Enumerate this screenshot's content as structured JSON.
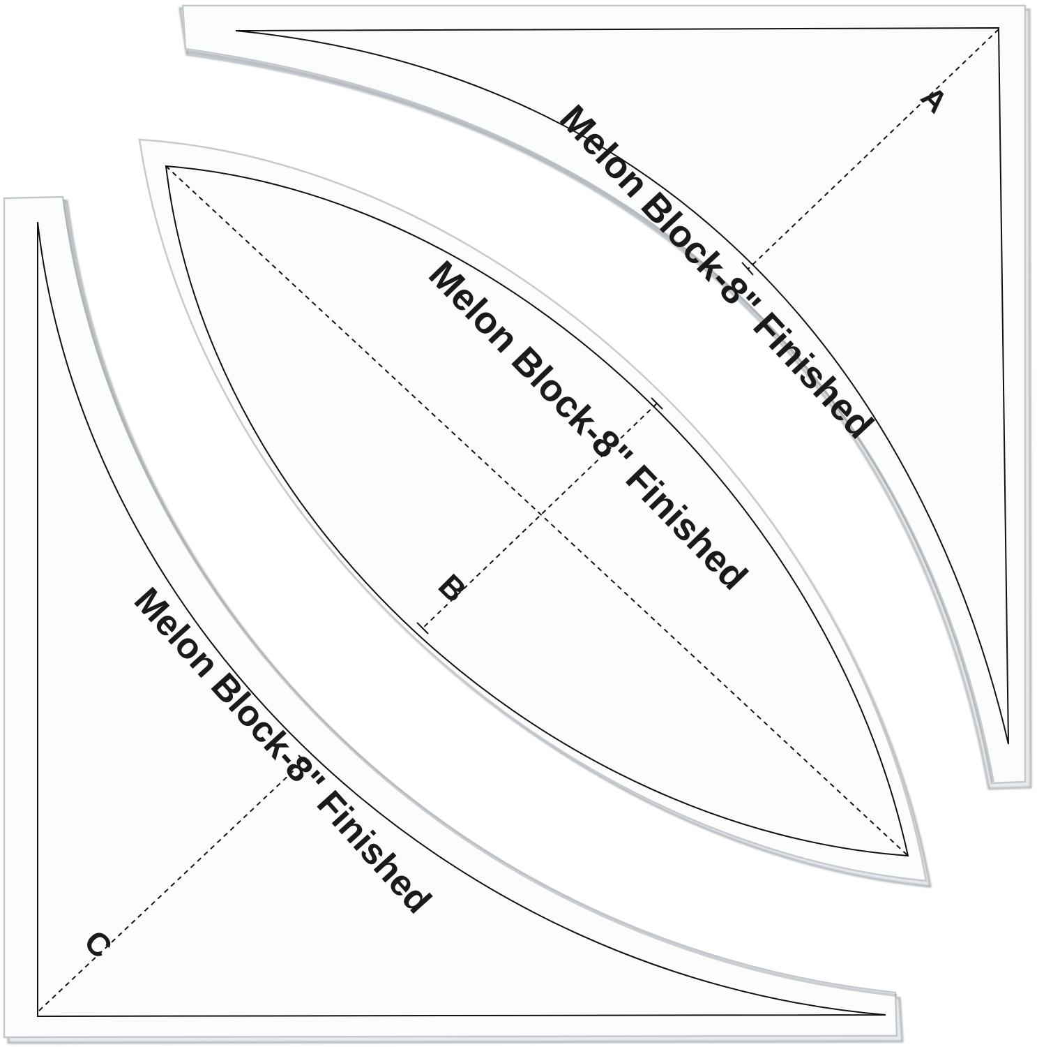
{
  "templates": [
    {
      "id": "A",
      "letter": "A",
      "label": "Melon Block-8\" Finished"
    },
    {
      "id": "B",
      "letter": "B",
      "label": "Melon Block-8\" Finished"
    },
    {
      "id": "C",
      "letter": "C",
      "label": "Melon Block-8\" Finished"
    }
  ],
  "colors": {
    "background": "#ffffff",
    "acrylic_edge": "#b8bcc0",
    "printed_line": "#111111"
  }
}
